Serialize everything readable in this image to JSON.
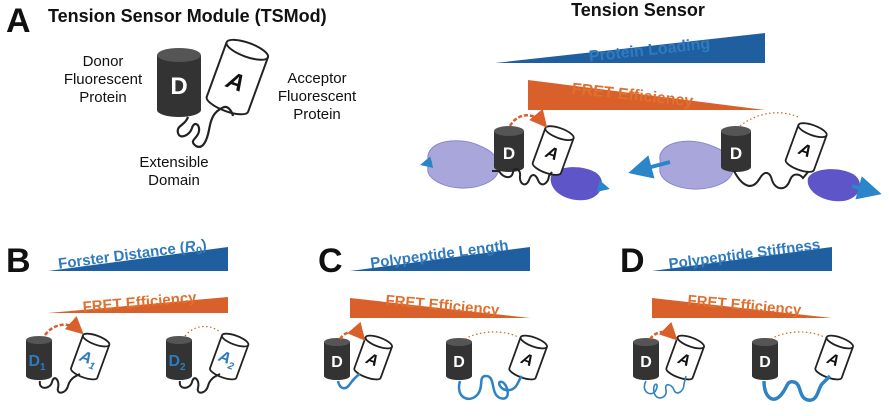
{
  "panelA": {
    "letter": "A",
    "title": "Tension Sensor Module (TSMod)",
    "donor_label": [
      "Donor",
      "Fluorescent",
      "Protein"
    ],
    "acceptor_label": [
      "Acceptor",
      "Fluorescent",
      "Protein"
    ],
    "domain_label": [
      "Extensible",
      "Domain"
    ],
    "donor_letter": "D",
    "acceptor_letter": "A"
  },
  "tension": {
    "title": "Tension Sensor",
    "loading_label": "Protein Loading",
    "fret_label": "FRET Efficiency"
  },
  "panelB": {
    "letter": "B",
    "wedge_label_prefix": "Forster Distance (",
    "wedge_label_var": "R",
    "wedge_label_sub": "0",
    "wedge_label_suffix": ")",
    "fret_label": "FRET Efficiency",
    "d1": "D",
    "d1_sub": "1",
    "a1": "A",
    "a1_sub": "1",
    "d2": "D",
    "d2_sub": "2",
    "a2": "A",
    "a2_sub": "2"
  },
  "panelC": {
    "letter": "C",
    "wedge_label": "Polypeptide Length",
    "fret_label": "FRET Efficiency",
    "d": "D",
    "a": "A"
  },
  "panelD": {
    "letter": "D",
    "wedge_label": "Polypeptide Stiffness",
    "fret_label": "FRET Efficiency",
    "d": "D",
    "a": "A"
  },
  "colors": {
    "blue": "#1f5fa0",
    "blue_text": "#2f7bbf",
    "orange": "#d9602a",
    "orange_text": "#e0702e",
    "cylinder": "#333333",
    "protein_light": "#a9a6dc",
    "protein_dark": "#5d55c8",
    "arrow": "#2a86c8",
    "linker_blue": "#2f82c4"
  }
}
